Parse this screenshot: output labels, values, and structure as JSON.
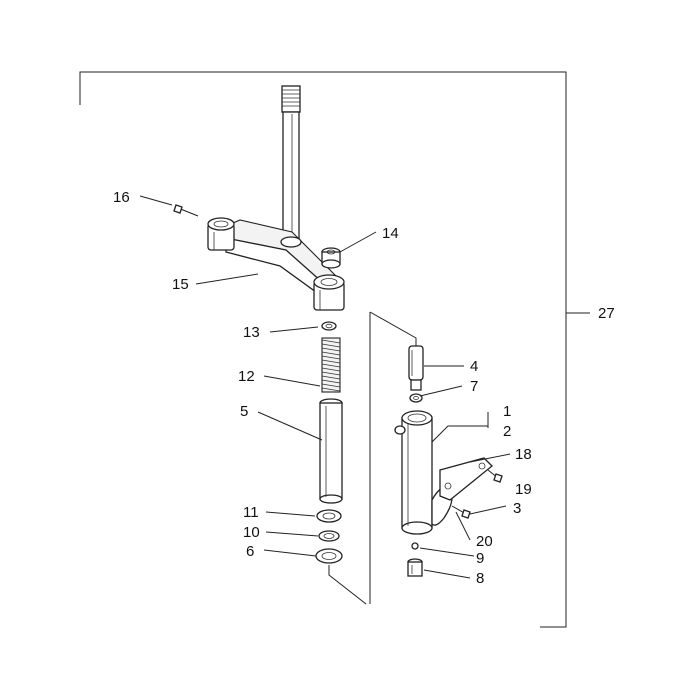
{
  "diagram": {
    "callouts": {
      "c1": "1",
      "c2": "2",
      "c3": "3",
      "c4": "4",
      "c5": "5",
      "c6": "6",
      "c7": "7",
      "c8": "8",
      "c9": "9",
      "c10": "10",
      "c11": "11",
      "c12": "12",
      "c13": "13",
      "c14": "14",
      "c15": "15",
      "c16": "16",
      "c18": "18",
      "c19": "19",
      "c20": "20",
      "c27": "27"
    }
  }
}
